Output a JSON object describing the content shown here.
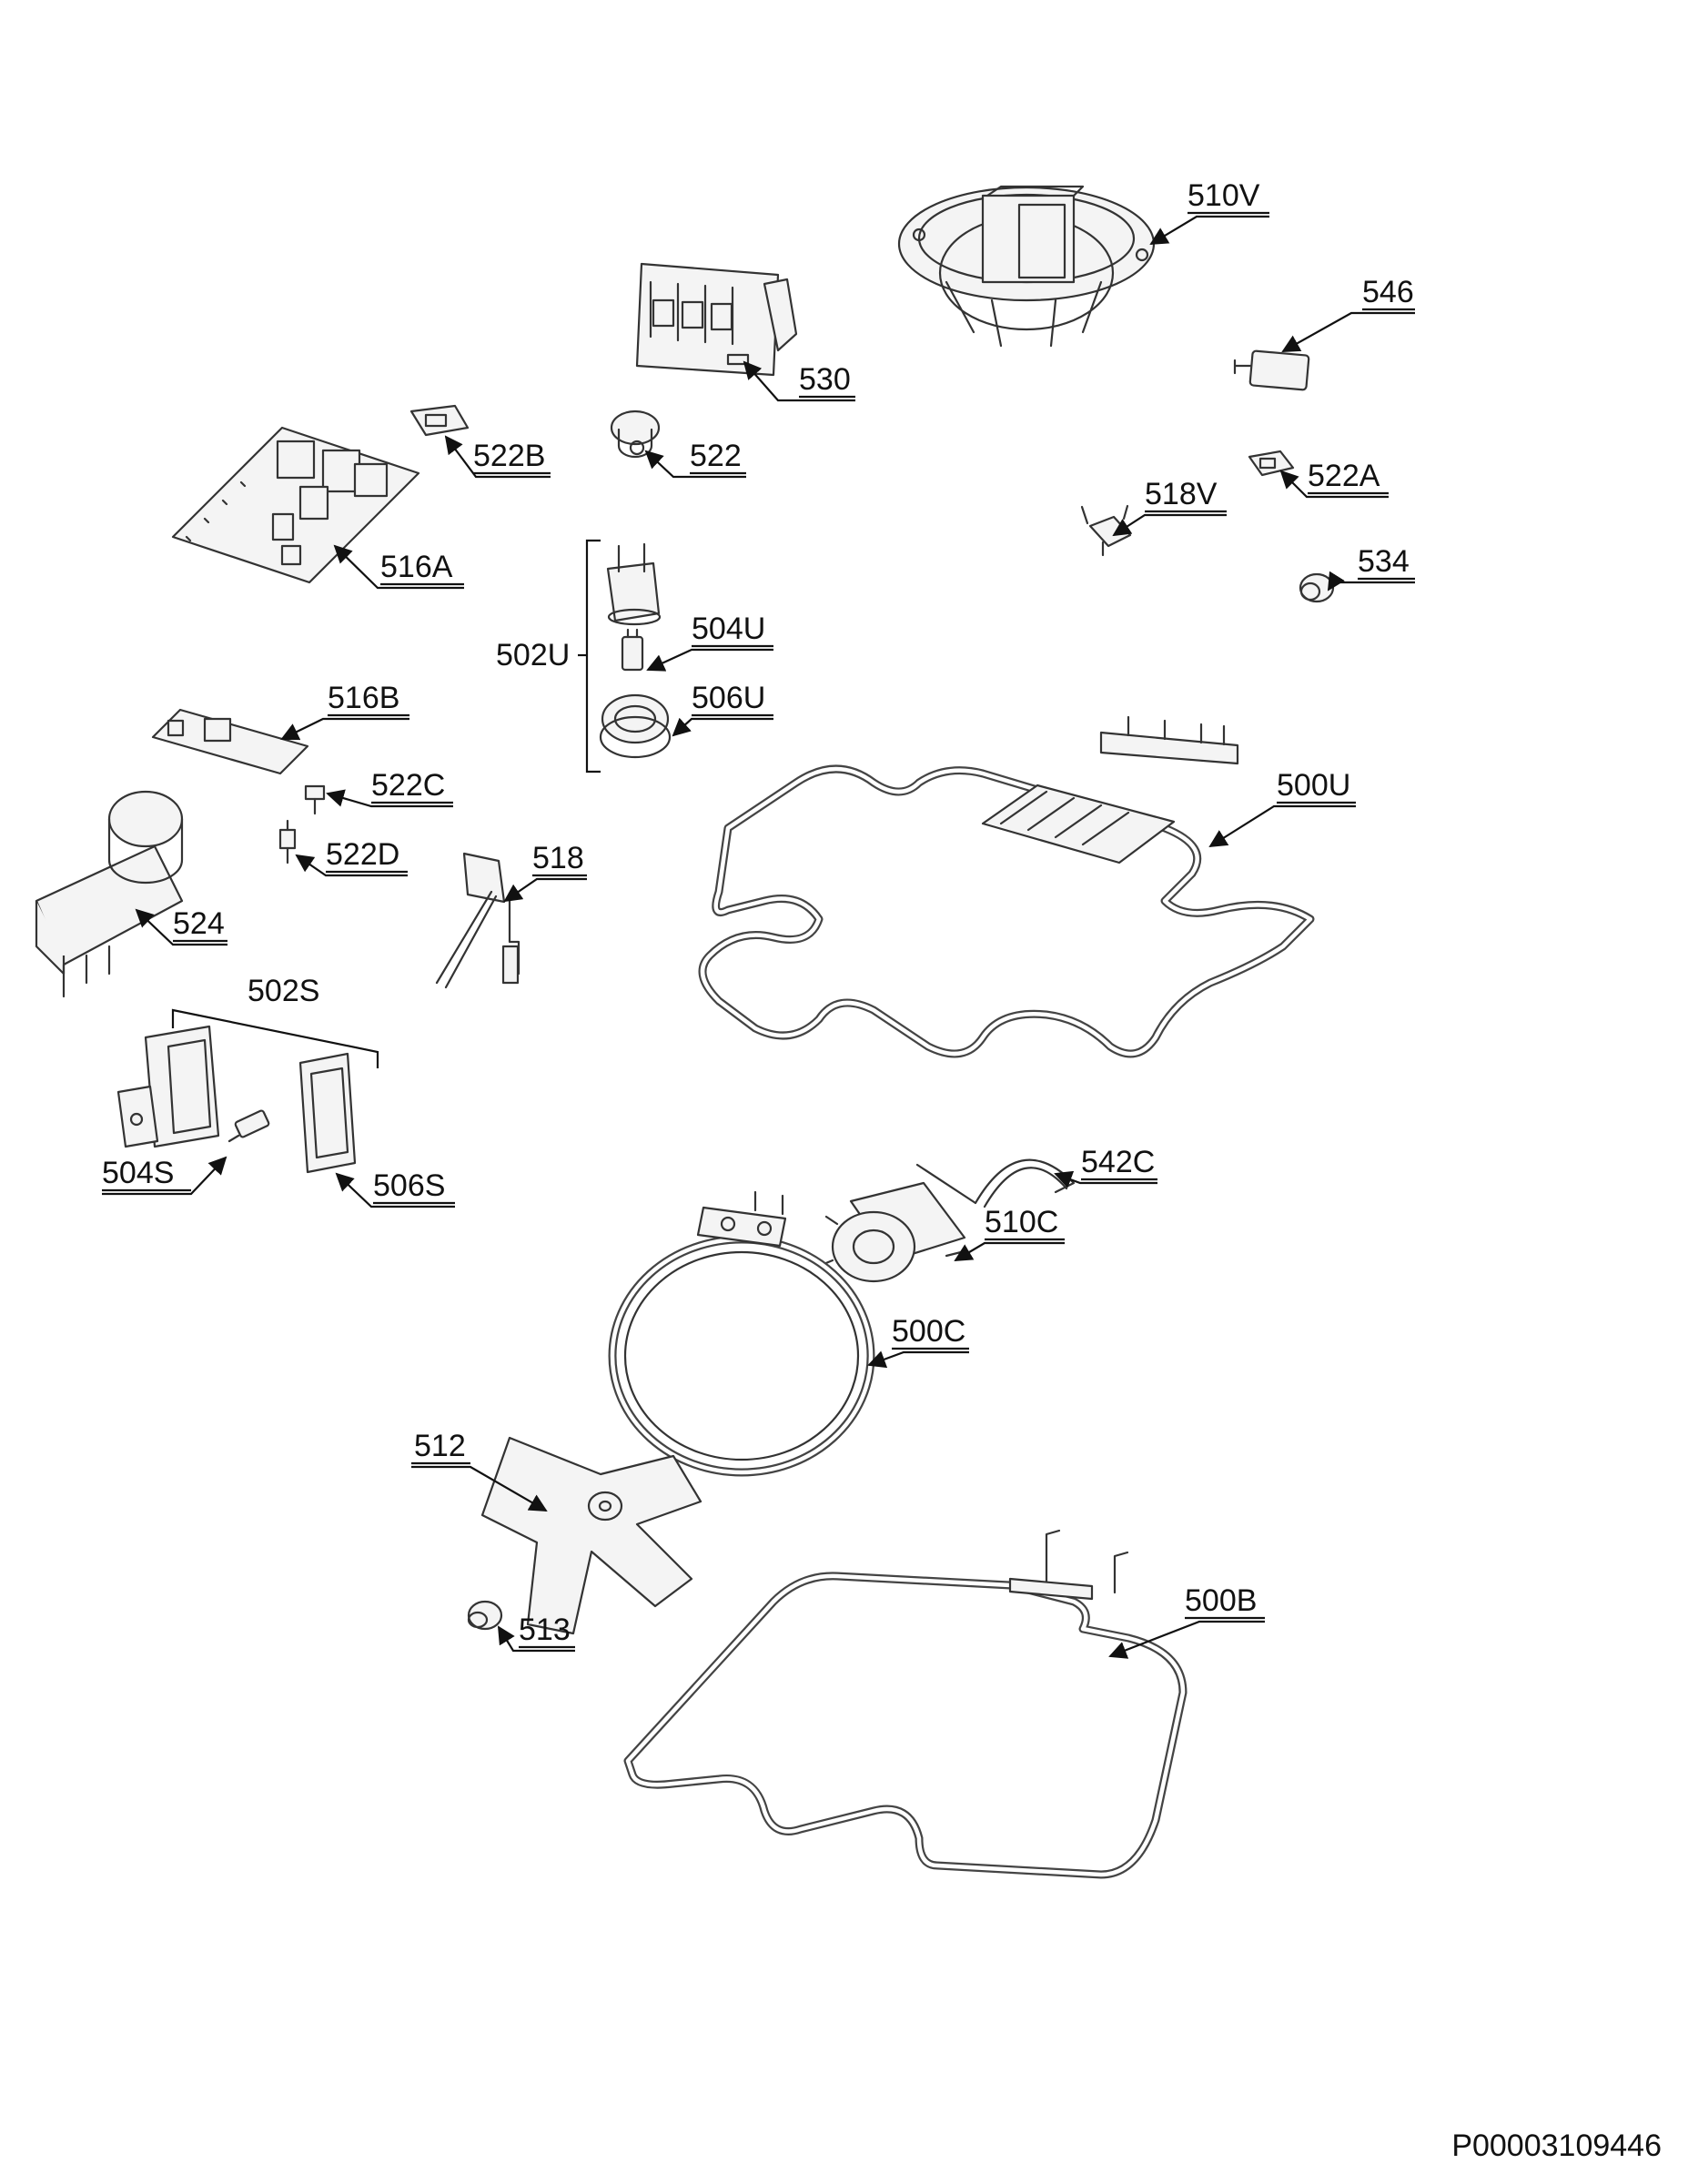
{
  "diagram": {
    "labels": {
      "p510V": "510V",
      "p546": "546",
      "p530": "530",
      "p522B": "522B",
      "p522": "522",
      "p522A": "522A",
      "p518V": "518V",
      "p534": "534",
      "p516A": "516A",
      "p502U": "502U",
      "p504U": "504U",
      "p506U": "506U",
      "p516B": "516B",
      "p522C": "522C",
      "p522D": "522D",
      "p518": "518",
      "p524": "524",
      "p500U": "500U",
      "p502S": "502S",
      "p504S": "504S",
      "p506S": "506S",
      "p542C": "542C",
      "p510C": "510C",
      "p500C": "500C",
      "p512": "512",
      "p513": "513",
      "p500B": "500B"
    },
    "document_code": "P00003109446"
  }
}
